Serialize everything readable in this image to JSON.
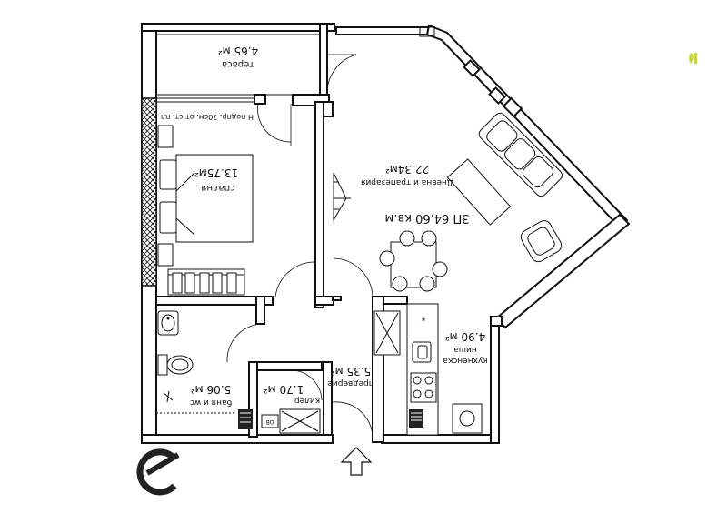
{
  "rooms": {
    "terrace": {
      "name": "тераса",
      "area": "4.65 м²"
    },
    "bedroom": {
      "name": "спалня",
      "area": "13.75м²"
    },
    "living": {
      "name": "Дневна и трапезария",
      "area": "22.34м²"
    },
    "total": {
      "text": "ЗП 64.60 кв.м"
    },
    "bathroom": {
      "name": "баня и wc",
      "area": "5.06 м²"
    },
    "cellar": {
      "name": "килер",
      "area": "1.70 м²"
    },
    "hall": {
      "name": "предверие",
      "area": "5.35 м²"
    },
    "kitchen": {
      "name_line1": "кухненска",
      "name_line2": "ниша",
      "area": "4.90 м²"
    }
  },
  "notes": {
    "window_note": "Н подпр. 70см. от ст. пл"
  },
  "appliances": {
    "washer_label": "ОВ"
  },
  "colors": {
    "wall": "#111111",
    "background": "#ffffff",
    "logo_leaf": "#c9d64a"
  },
  "icons": [
    "entrance-arrow-icon",
    "brand-logo-icon",
    "leaf-logo-icon"
  ]
}
